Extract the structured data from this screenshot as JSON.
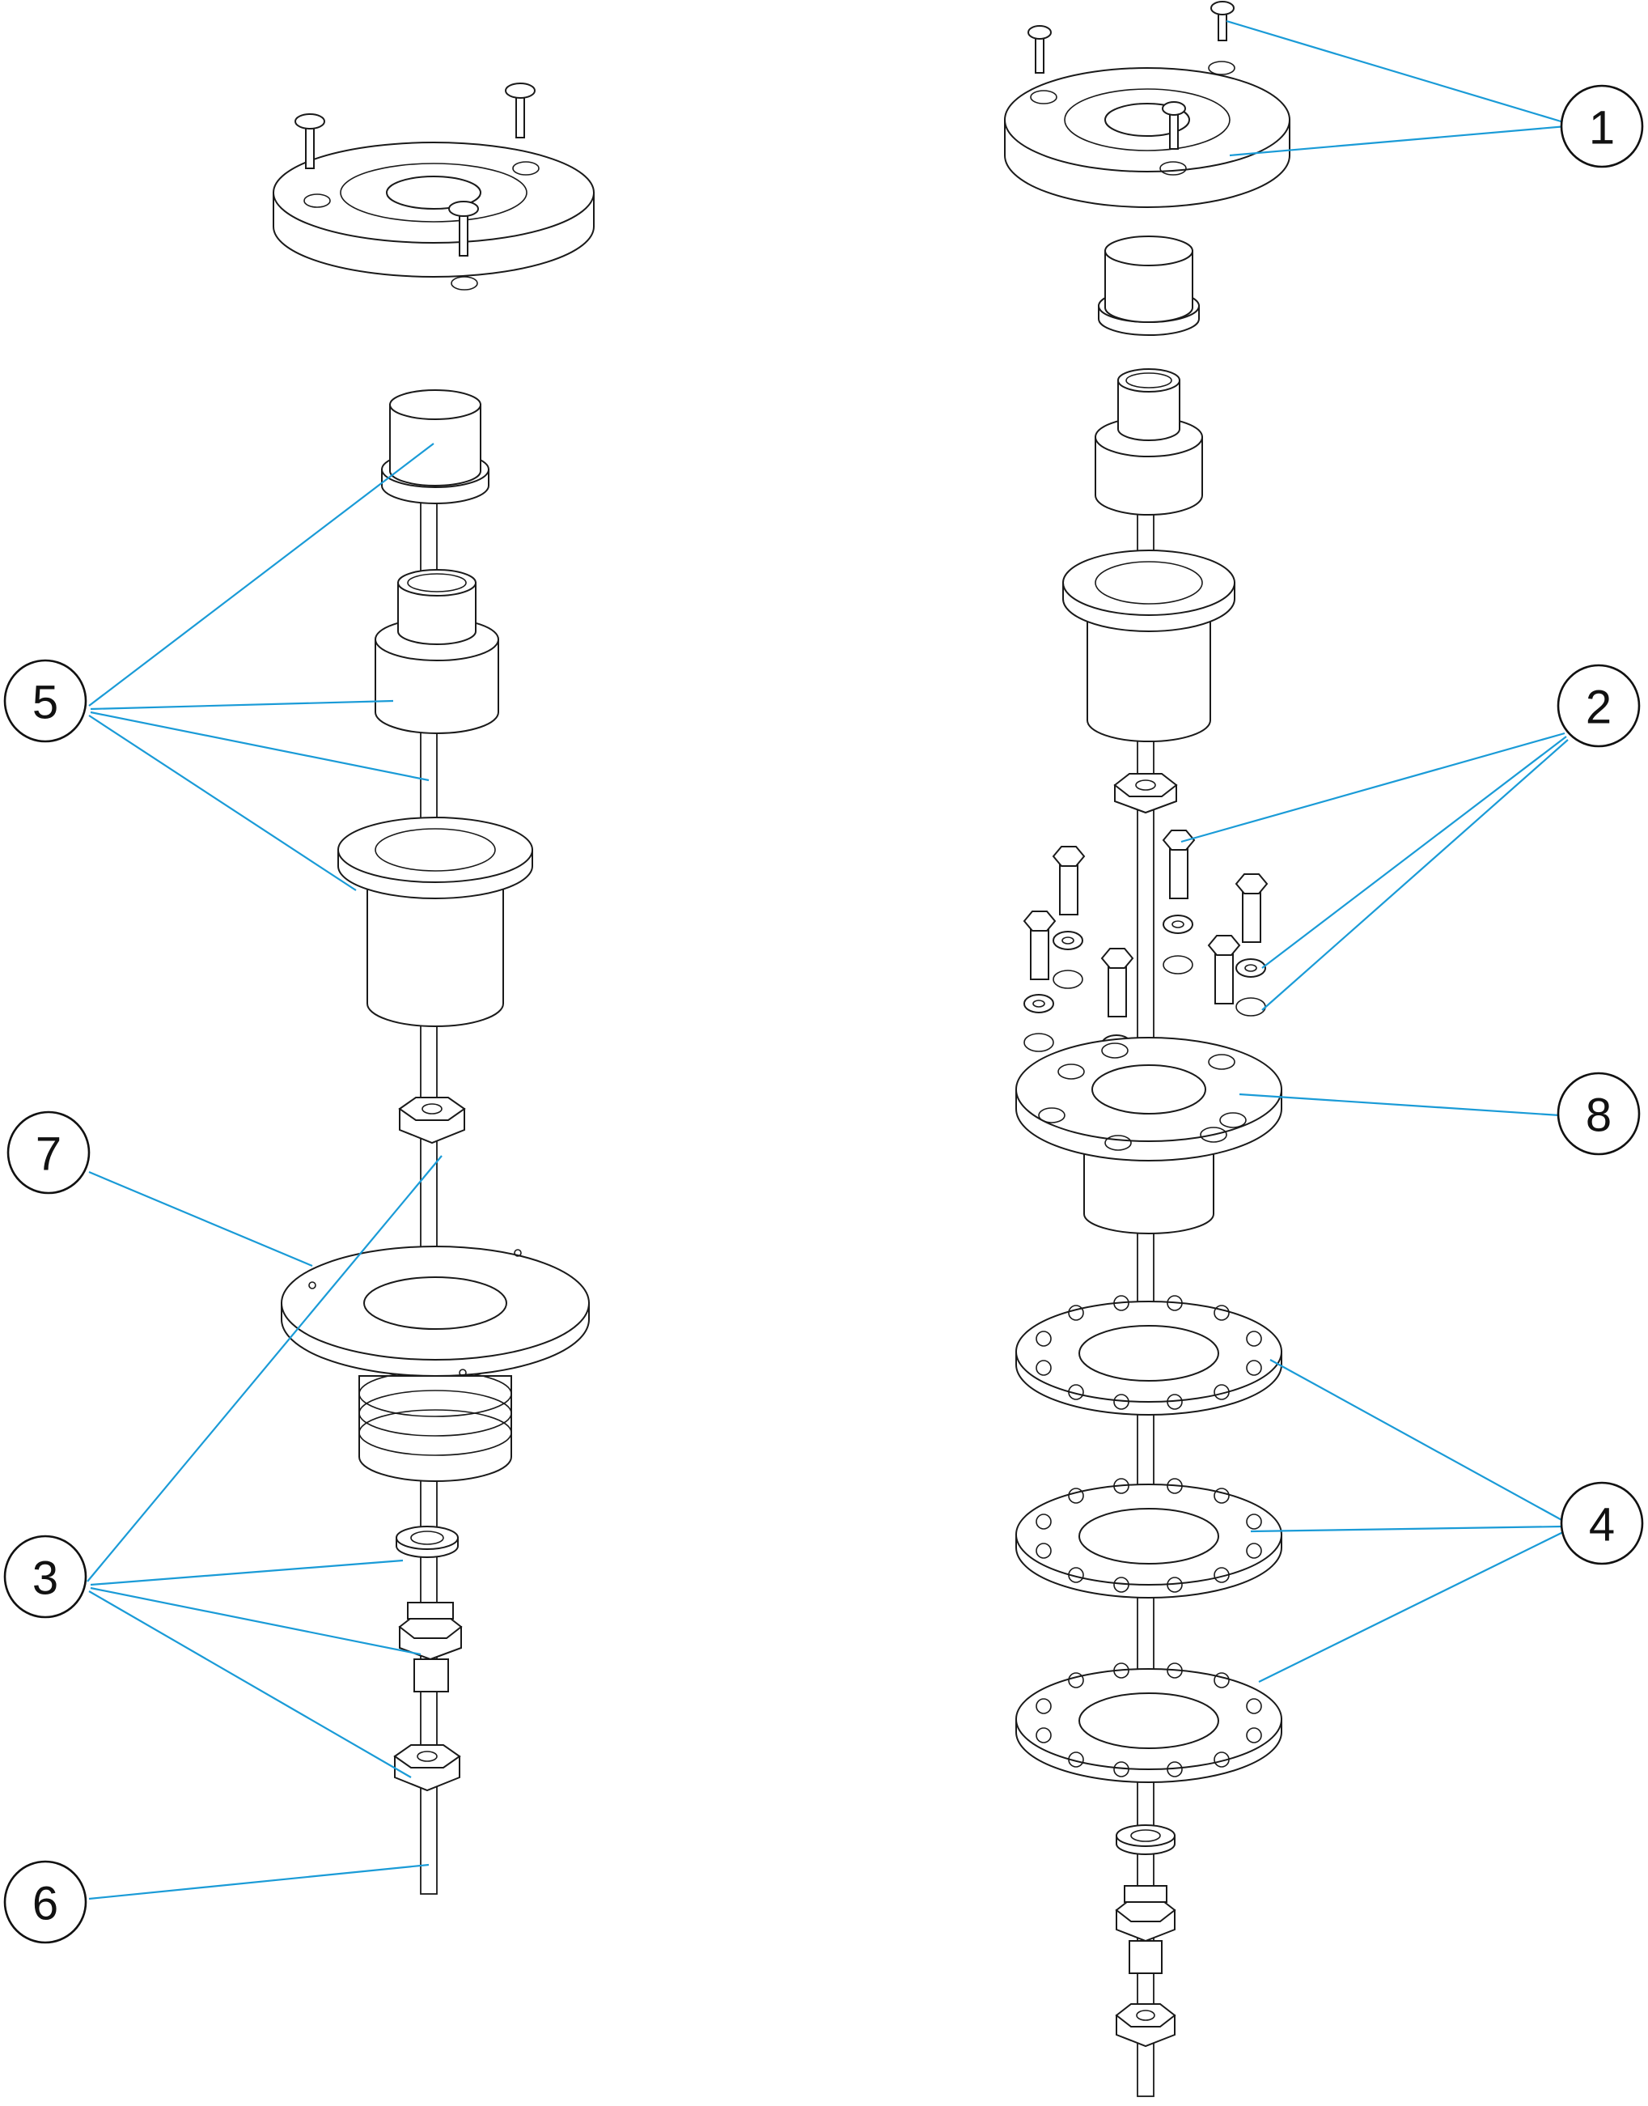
{
  "callouts": {
    "c1": {
      "label": "1"
    },
    "c2": {
      "label": "2"
    },
    "c3": {
      "label": "3"
    },
    "c4": {
      "label": "4"
    },
    "c5": {
      "label": "5"
    },
    "c6": {
      "label": "6"
    },
    "c7": {
      "label": "7"
    },
    "c8": {
      "label": "8"
    }
  },
  "colors": {
    "leader": "#1a9bd7",
    "outline": "#1a1a1a",
    "background": "#ffffff"
  }
}
